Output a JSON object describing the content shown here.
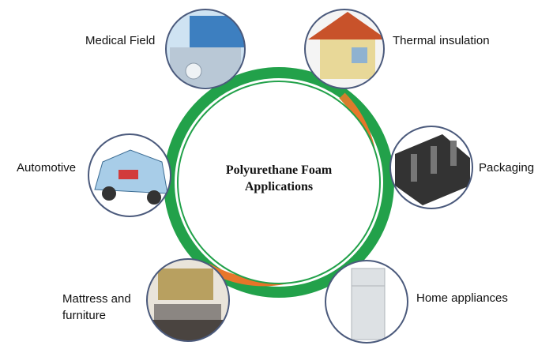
{
  "title_line1": "Polyurethane Foam",
  "title_line2": "Applications",
  "applications": [
    {
      "label": "Medical Field"
    },
    {
      "label": "Thermal insulation"
    },
    {
      "label": "Packaging"
    },
    {
      "label": "Automotive"
    },
    {
      "label_line1": "Mattress and",
      "label_line2": "furniture"
    },
    {
      "label": "Home appliances"
    }
  ],
  "colors": {
    "ring_green": "#22a14a",
    "ring_orange": "#e8772a",
    "circle_border": "#4b5a7c"
  }
}
